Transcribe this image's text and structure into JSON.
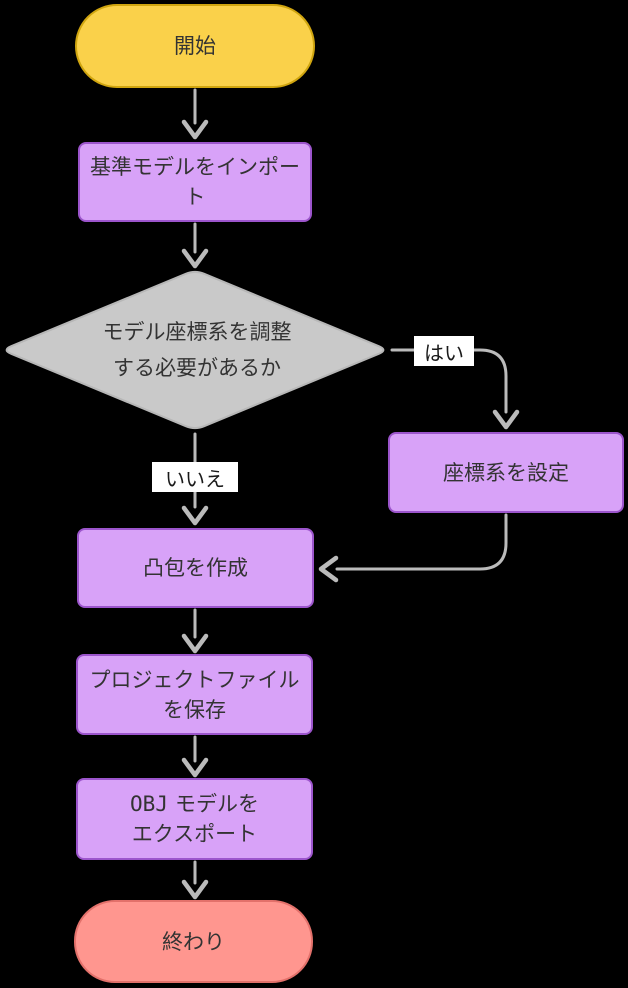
{
  "diagram": {
    "type": "flowchart",
    "direction": "top-to-bottom",
    "nodes": {
      "start": {
        "shape": "stadium",
        "label": "開始"
      },
      "import": {
        "shape": "rect",
        "label": "基準モデルをインポート"
      },
      "decision": {
        "shape": "diamond",
        "line1": "モデル座標系を調整",
        "line2": "する必要があるか"
      },
      "set_coords": {
        "shape": "rect",
        "label": "座標系を設定"
      },
      "convex_hull": {
        "shape": "rect",
        "label": "凸包を作成"
      },
      "save_project": {
        "shape": "rect",
        "line1": "プロジェクトファイル",
        "line2": "を保存"
      },
      "export_obj": {
        "shape": "rect",
        "line1_code": "OBJ",
        "line1_rest": "モデルを",
        "line2": "エクスポート"
      },
      "end": {
        "shape": "stadium",
        "label": "終わり"
      }
    },
    "edges": [
      {
        "from": "start",
        "to": "import"
      },
      {
        "from": "import",
        "to": "decision"
      },
      {
        "from": "decision",
        "to": "set_coords",
        "label": "はい"
      },
      {
        "from": "decision",
        "to": "convex_hull",
        "label": "いいえ"
      },
      {
        "from": "set_coords",
        "to": "convex_hull"
      },
      {
        "from": "convex_hull",
        "to": "save_project"
      },
      {
        "from": "save_project",
        "to": "export_obj"
      },
      {
        "from": "export_obj",
        "to": "end"
      }
    ]
  },
  "colors": {
    "bg": "#000000",
    "node_yellow_fill": "#FAD14A",
    "node_yellow_stroke": "#D0A50F",
    "node_purple_fill": "#D8A2F8",
    "node_purple_stroke": "#9C55CC",
    "diamond_fill": "#C9C9C9",
    "diamond_stroke": "#B7B7B7",
    "node_red_fill": "#FF968F",
    "node_red_stroke": "#E3716B",
    "edge_color": "#BBBBBB",
    "label_bg": "#FFFFFF",
    "label_text": "#1A1A1A",
    "node_text": "#333333"
  }
}
